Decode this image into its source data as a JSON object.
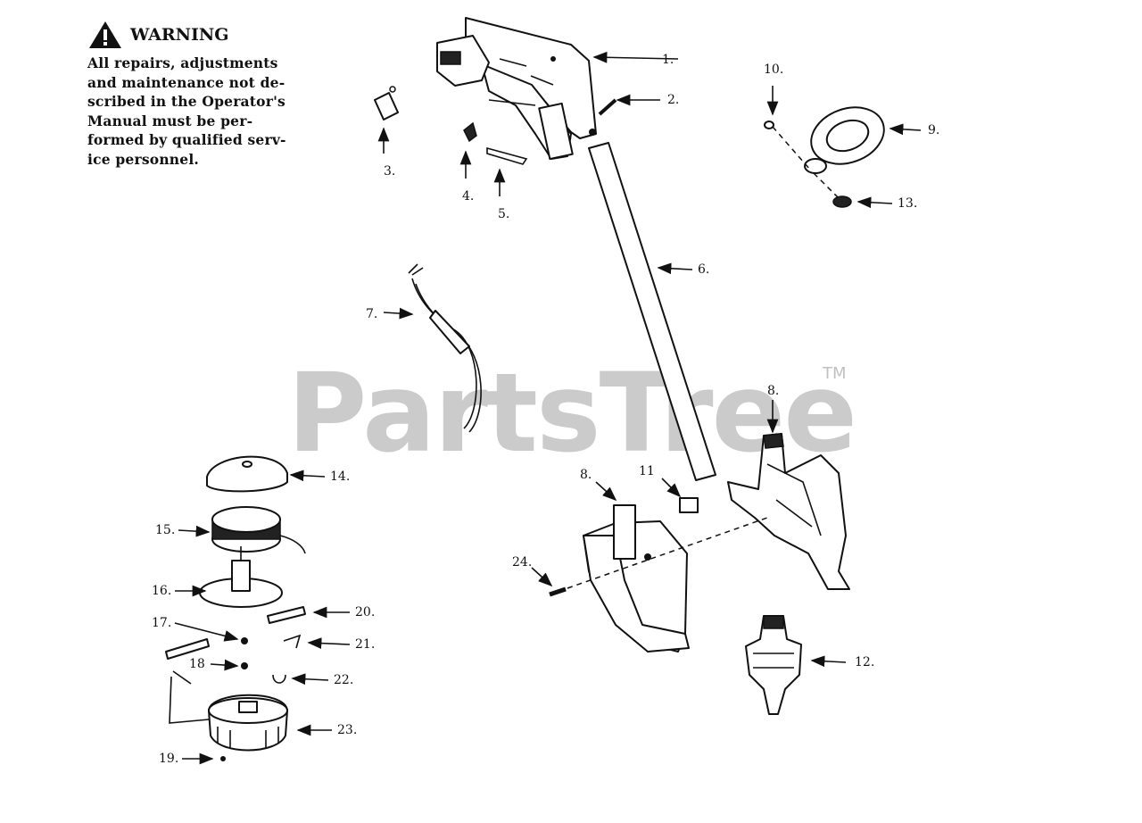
{
  "warning": {
    "heading": "WARNING",
    "lines": [
      "All repairs, adjustments",
      "and maintenance not de-",
      "scribed in the Operator's",
      "Manual must be per-",
      "formed by qualified serv-",
      "ice personnel."
    ]
  },
  "watermark": {
    "text": "PartsTree",
    "tm": "TM"
  },
  "callouts": [
    "1.",
    "2.",
    "3.",
    "4.",
    "5.",
    "6.",
    "7.",
    "8.",
    "8.",
    "9.",
    "10.",
    "11",
    "12.",
    "13.",
    "14.",
    "15.",
    "16.",
    "17.",
    "18",
    "19.",
    "20.",
    "21.",
    "22.",
    "23.",
    "24."
  ]
}
